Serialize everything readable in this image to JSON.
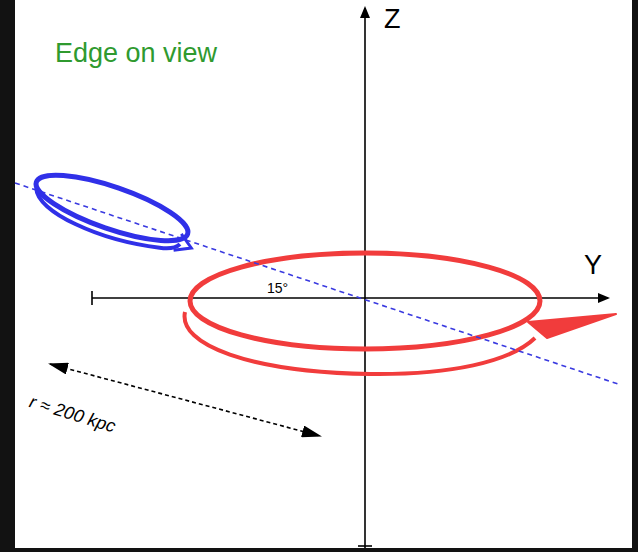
{
  "diagram": {
    "labels": [
      "Edge on view",
      "Z",
      "Y",
      "15°",
      "r ≈ 200 kpc"
    ]
  }
}
